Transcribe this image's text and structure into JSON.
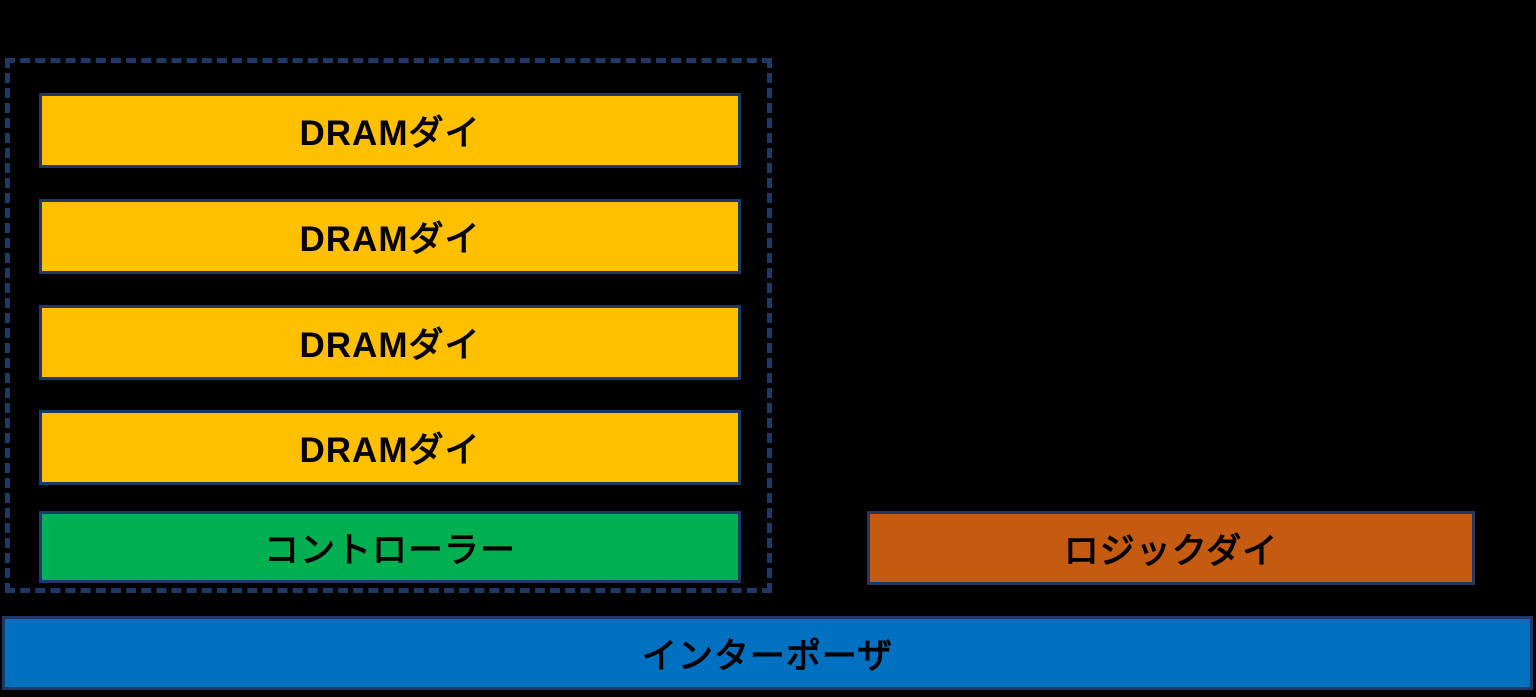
{
  "diagram": {
    "background_color": "#000000",
    "border_color": "#1F3864",
    "stack": {
      "dram_color": "#FFC000",
      "dram_dies": [
        {
          "label": "DRAMダイ"
        },
        {
          "label": "DRAMダイ"
        },
        {
          "label": "DRAMダイ"
        },
        {
          "label": "DRAMダイ"
        }
      ],
      "controller": {
        "label": "コントローラー",
        "color": "#00B050"
      }
    },
    "logic_die": {
      "label": "ロジックダイ",
      "color": "#C55A11"
    },
    "interposer": {
      "label": "インターポーザ",
      "color": "#0070C0"
    }
  }
}
